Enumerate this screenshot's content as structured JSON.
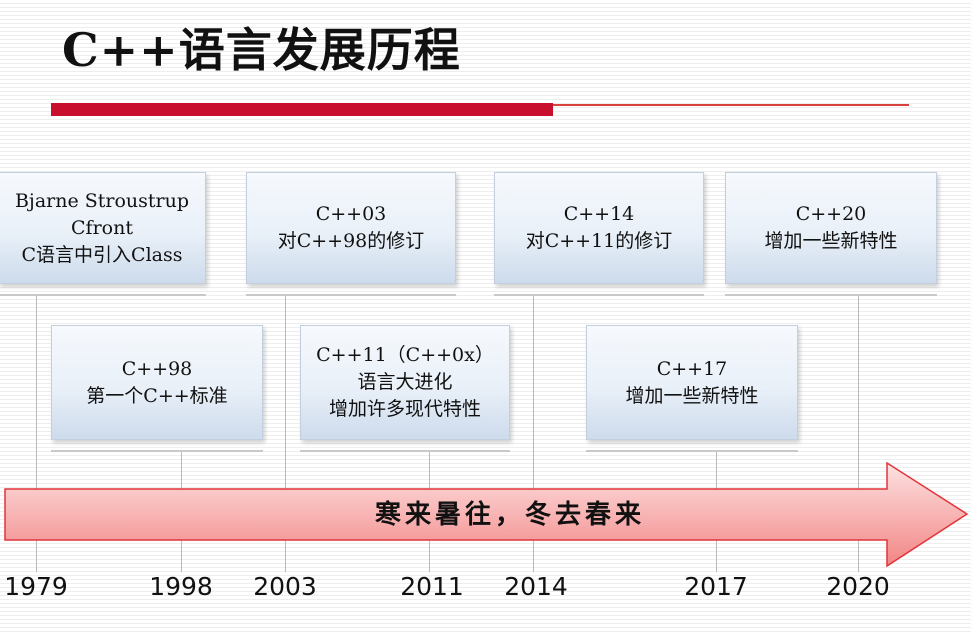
{
  "title": "C++语言发展历程",
  "arrow_text": "寒来暑往，冬去春来",
  "years": [
    "1979",
    "1998",
    "2003",
    "2011",
    "2014",
    "2017",
    "2020"
  ],
  "milestones": [
    {
      "lines": [
        "Bjarne Stroustrup",
        "Cfront",
        "C语言中引入Class"
      ]
    },
    {
      "lines": [
        "C++98",
        "第一个C++标准"
      ]
    },
    {
      "lines": [
        "C++03",
        "对C++98的修订"
      ]
    },
    {
      "lines": [
        "C++11（C++0x）",
        "语言大进化",
        "增加许多现代特性"
      ]
    },
    {
      "lines": [
        "C++14",
        "对C++11的修订"
      ]
    },
    {
      "lines": [
        "C++17",
        "增加一些新特性"
      ]
    },
    {
      "lines": [
        "C++20",
        "增加一些新特性"
      ]
    }
  ],
  "colors": {
    "accent_red": "#c8102e",
    "arrow_fill": "#f8a3a3",
    "arrow_stroke": "#e0353a"
  }
}
